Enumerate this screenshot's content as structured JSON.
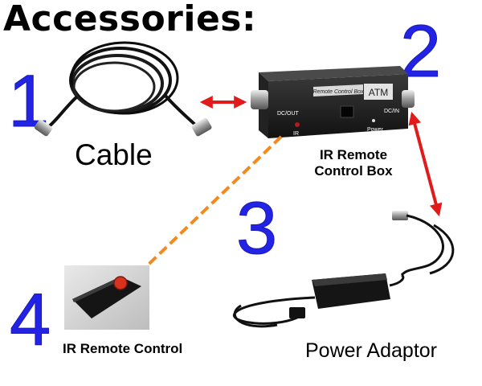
{
  "title": "Accessories:",
  "items": [
    {
      "number": "1",
      "label": "Cable"
    },
    {
      "number": "2",
      "label_line1": "IR Remote",
      "label_line2": "Control Box",
      "device_label": "Remote Control Box",
      "device_badge": "ATM",
      "port_left": "DC/OUT",
      "port_right": "DC/IN",
      "ir_label": "IR",
      "power_label": "Power"
    },
    {
      "number": "3",
      "label": "Power Adaptor"
    },
    {
      "number": "4",
      "label": "IR Remote Control"
    }
  ],
  "colors": {
    "number": "#2323e6",
    "arrow": "#e01b1b",
    "ir_beam": "#f28a1e"
  }
}
